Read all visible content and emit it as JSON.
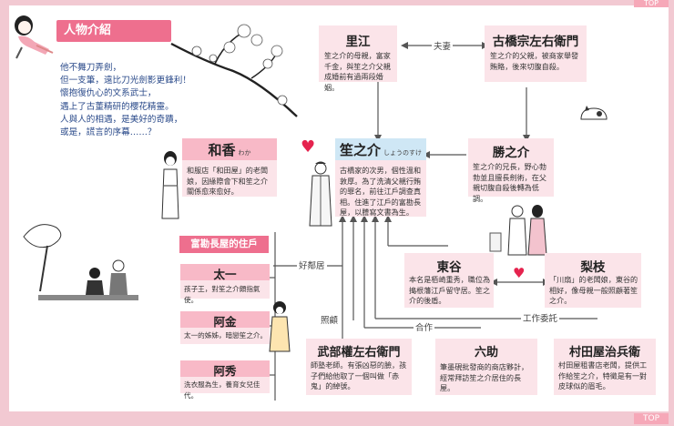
{
  "nav": {
    "top_label": "TOP",
    "top_label_bottom": "TOP"
  },
  "header": {
    "title": "人物介紹"
  },
  "poem": [
    "他不舞刀弄劍，",
    "但一支筆，遠比刀光劍影更鋒利！",
    "懷抱復仇心的文系武士，",
    "遇上了古董精研的櫻花精靈。",
    "人與人的相遇，是美好的奇蹟，",
    "或是，謊言的序幕……？"
  ],
  "characters": {
    "rie": {
      "name": "里江",
      "desc": "笙之介的母親，富家千金，與笙之介父親成婚前有過兩段婚姻。"
    },
    "soemon": {
      "name": "古橋宗左右衛門",
      "desc": "笙之介的父親，被商家舉發賄賂，後來切腹自殺。"
    },
    "waka": {
      "name": "和香",
      "ruby": "わか",
      "desc": "和服店「和田屋」的老闆娘，因緣際會下和笙之介關係愈來愈好。"
    },
    "shonosuke": {
      "name": "笙之介",
      "ruby": "しょうのすけ",
      "desc": "古橋家的次男，個性溫和敦厚。為了洗清父親行賄的罪名，前往江戶調查真相。住進了江戶的富勘長屋，以謄寫文書為生。"
    },
    "katsunosuke": {
      "name": "勝之介",
      "desc": "笙之介的兄長，野心勃勃並且擅長劍術，在父親切腹自殺後轉為低調。"
    },
    "higashitani": {
      "name": "東谷",
      "desc": "本名是栢崎重秀，職位為搗根藩江戶留守居。笙之介的後盾。"
    },
    "rie2": {
      "name": "梨枝",
      "desc": "「川扇」的老闆娘，東谷的相好，像母親一般照顧著笙之介。"
    },
    "taichi": {
      "name": "太一",
      "desc": "孩子王，對笙之介頗指氣使。"
    },
    "akin": {
      "name": "阿金",
      "desc": "太一的姊姊，暗戀笙之介。"
    },
    "ashu": {
      "name": "阿秀",
      "desc": "洗衣服為生，養育女兒佳代。"
    },
    "takebe": {
      "name": "武部權左右衛門",
      "desc": "師塾老師。有張凶惡的臉，孩子們給他取了一個叫做「赤鬼」的綽號。"
    },
    "rokusuke": {
      "name": "六助",
      "desc": "筆墨硯批發商的商店夥計，經常拜訪笙之介居住的長屋。"
    },
    "murataya": {
      "name": "村田屋治兵衛",
      "desc": "村田屋租書店老闆，提供工作給笙之介，特徵是有一對皮球似的眉毛。"
    }
  },
  "group": {
    "title": "富勘長屋的住戶"
  },
  "relations": {
    "spouse": "夫妻",
    "neighbor": "好鄰居",
    "care": "照顧",
    "partner": "合作",
    "commission": "工作委託"
  },
  "colors": {
    "accent": "#ee6f8e",
    "box": "#fbe4e9",
    "name_bg": "#f8b9c7",
    "heart": "#e5234e",
    "frame": "#f2c9d2",
    "poem": "#2a4a8a"
  }
}
